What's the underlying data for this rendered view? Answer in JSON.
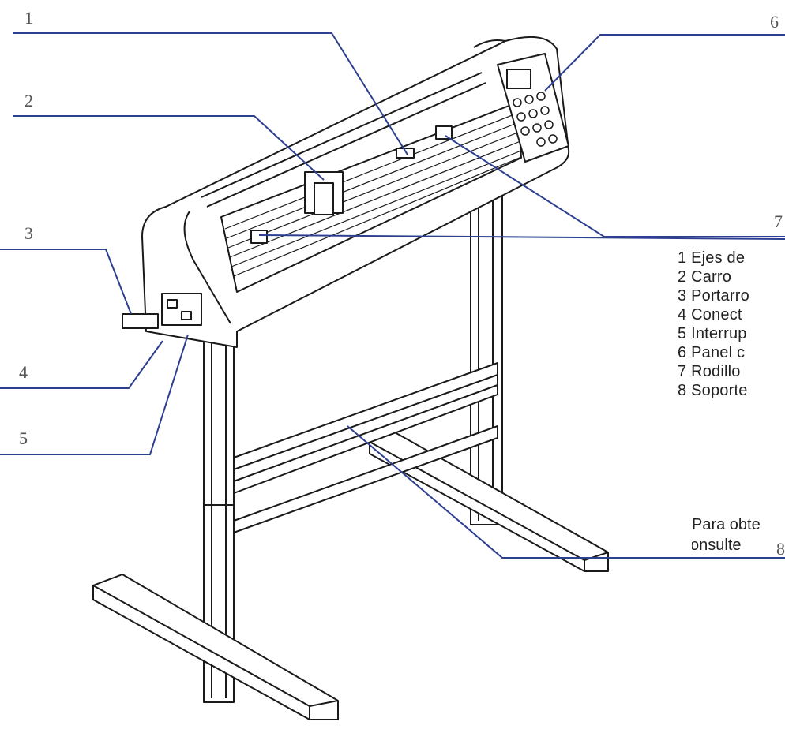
{
  "callouts": [
    "1",
    "2",
    "3",
    "4",
    "5",
    "6",
    "7",
    "8"
  ],
  "legend": [
    "1 Ejes de",
    "2 Carro",
    "3 Portarro",
    "4 Conect",
    "5 Interrup",
    "6 Panel c",
    "7 Rodillo",
    "8 Soporte"
  ],
  "note": [
    "Para obte",
    "consulte"
  ],
  "colors": {
    "leader": "#2d3f91",
    "drawing": "#1a1a1a",
    "callout": "#555555"
  }
}
